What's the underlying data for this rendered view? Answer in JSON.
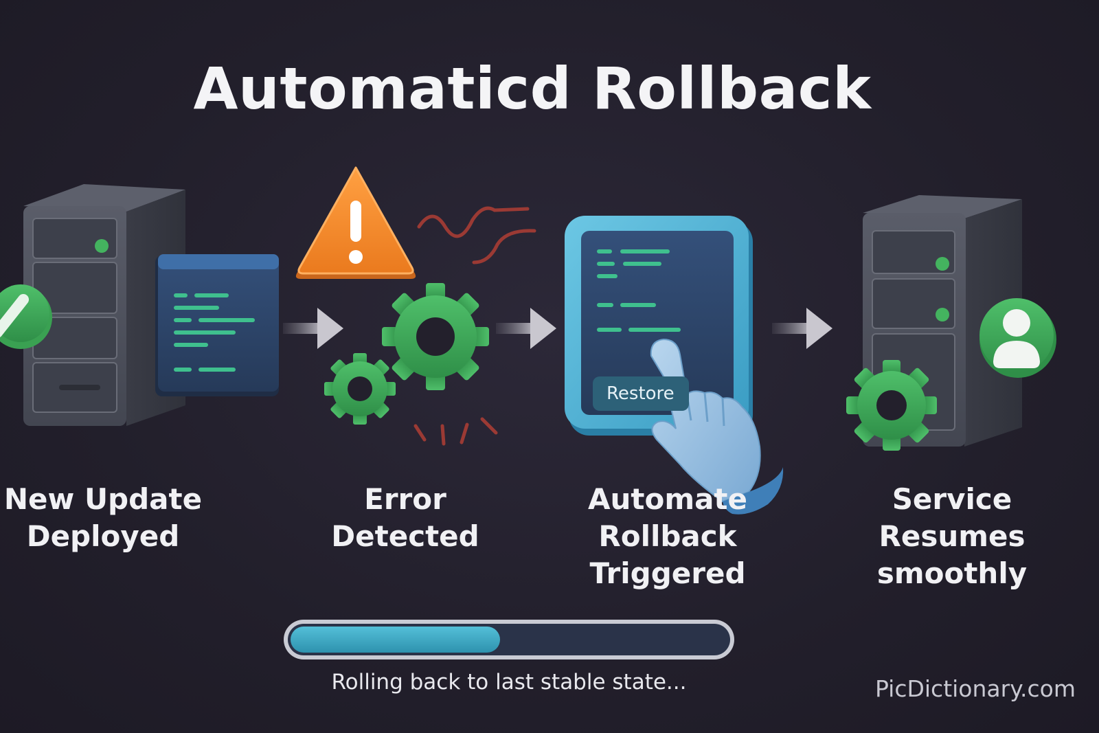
{
  "title": "Automaticd Rollback",
  "steps": [
    {
      "line1": "New Update",
      "line2": "Deployed",
      "line3": ""
    },
    {
      "line1": "Error",
      "line2": "Detected",
      "line3": ""
    },
    {
      "line1": "Automate",
      "line2": "Rollback",
      "line3": "Triggered"
    },
    {
      "line1": "Service",
      "line2": "Resumes",
      "line3": "smoothly"
    }
  ],
  "restore_button": "Restore",
  "progress": {
    "fraction": 0.48,
    "status_text": "Rolling back to last stable state..."
  },
  "watermark": "PicDictionary.com",
  "colors": {
    "background": "#221f2b",
    "server": "#4b4e5a",
    "accent_green": "#3fa55a",
    "warning_orange": "#f08a2c",
    "screen_blue": "#2b3f5c",
    "tablet_frame": "#4fb3d6",
    "progress_fill": "#4ab0cc"
  },
  "icons": [
    "check-icon",
    "code-window-icon",
    "warning-icon",
    "gear-icon",
    "tablet-icon",
    "hand-pointer-icon",
    "user-icon",
    "arrow-right-icon"
  ]
}
